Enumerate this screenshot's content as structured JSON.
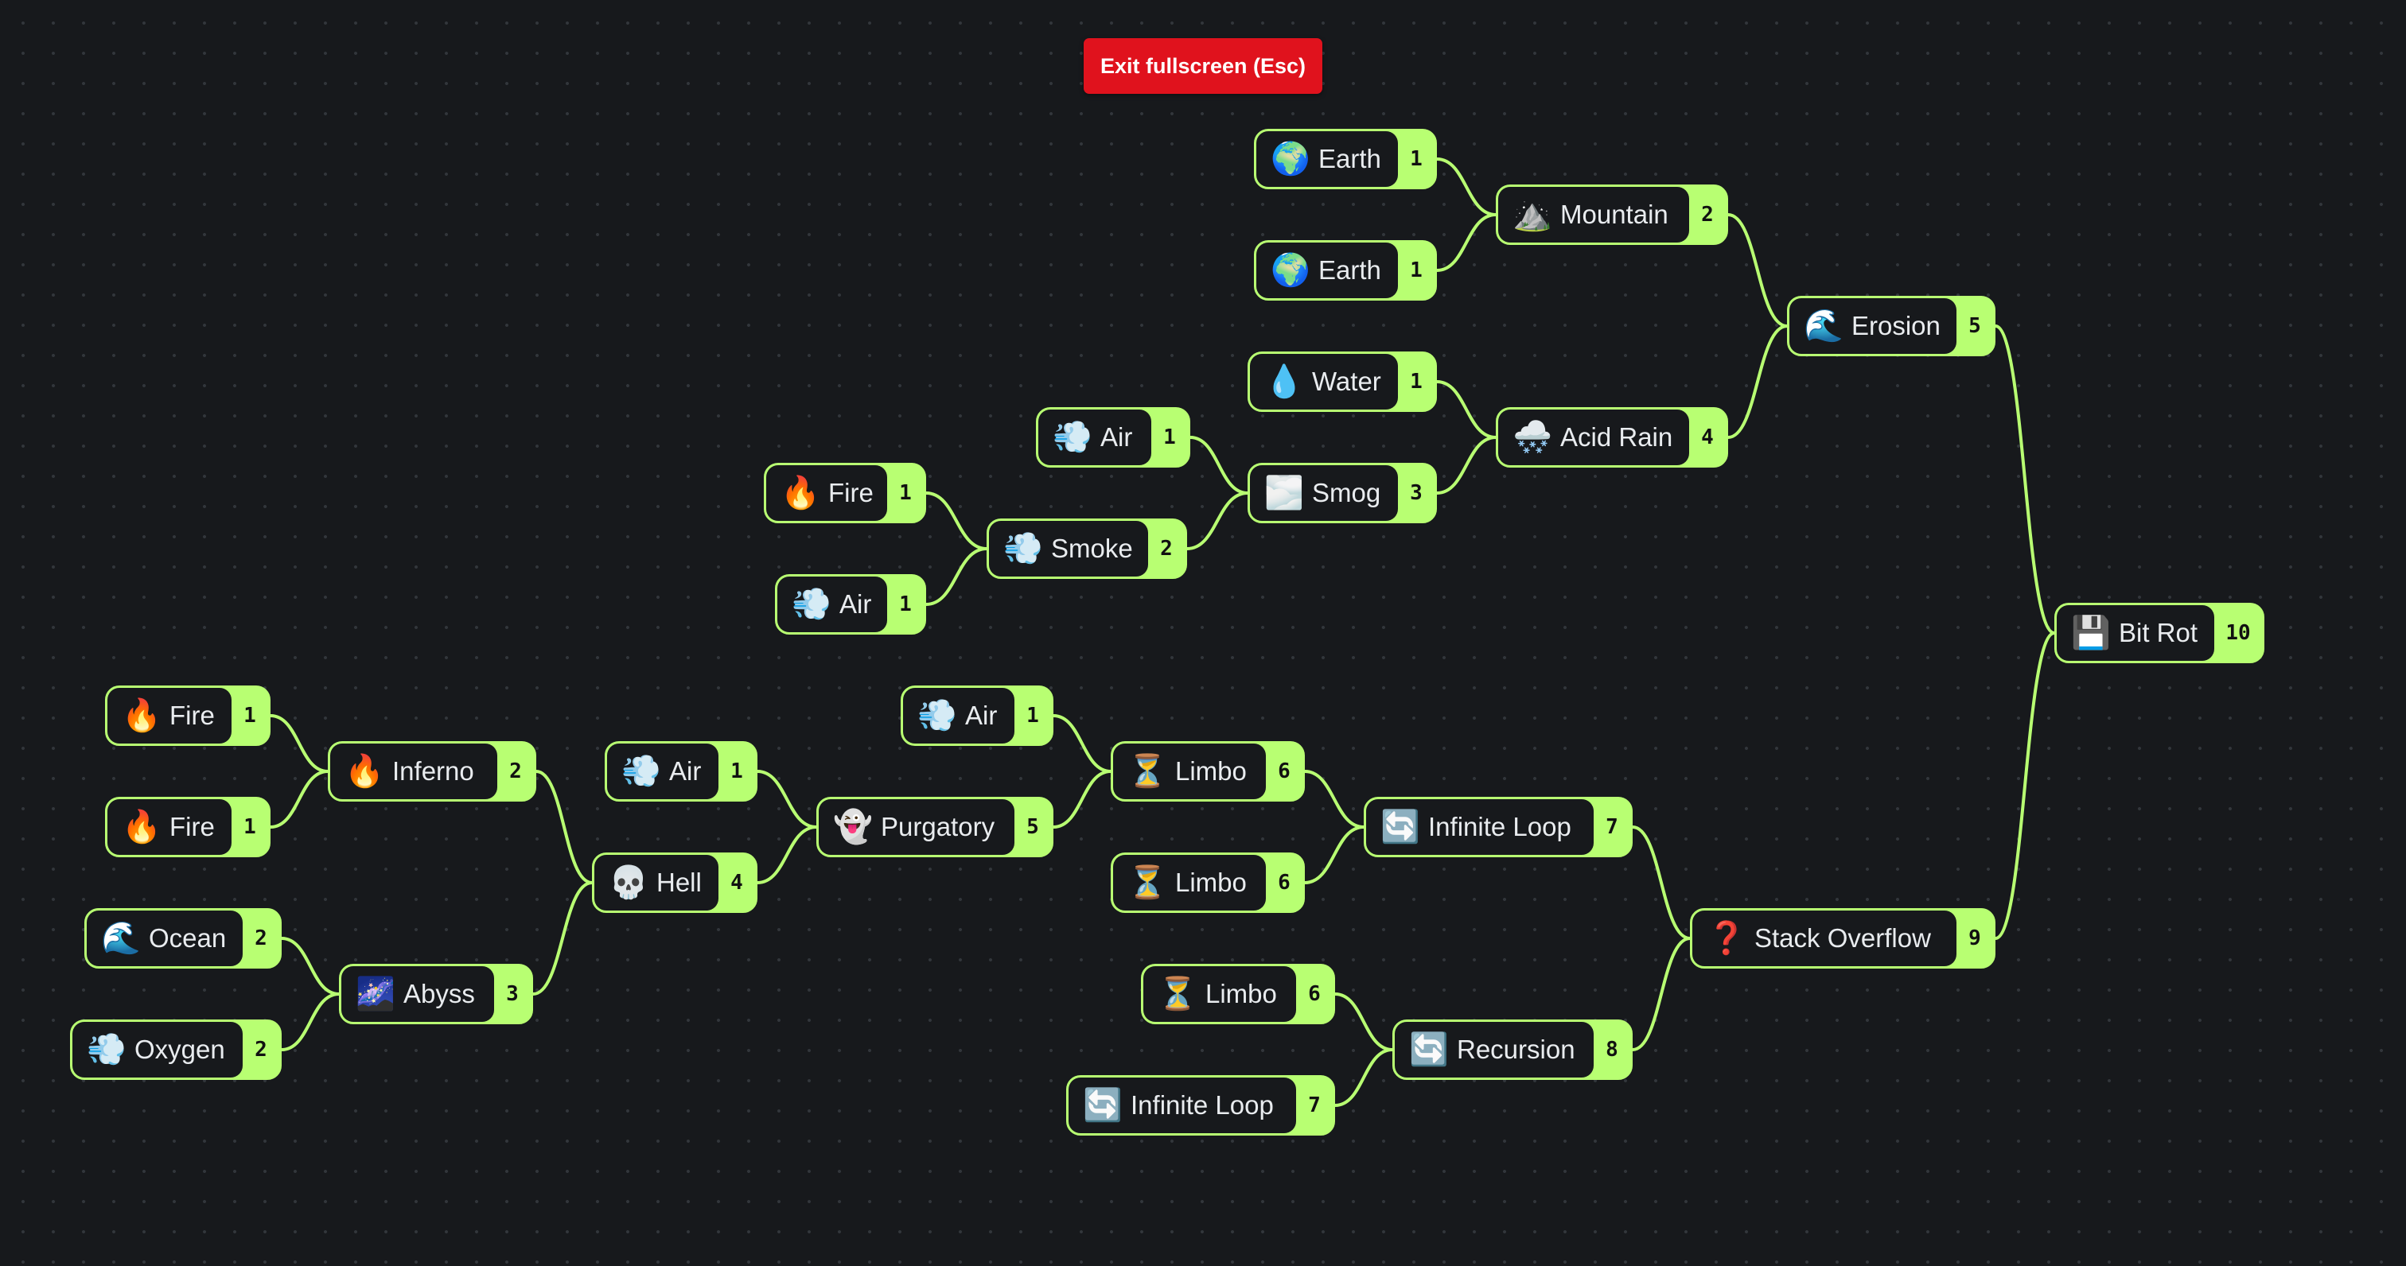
{
  "exit_button": {
    "label": "Exit fullscreen (Esc)",
    "color": "#e0121d"
  },
  "colors": {
    "node_accent": "#b8ff72",
    "background": "#17191c",
    "edge": "#b8ff72"
  },
  "nodes": [
    {
      "id": "earth-a",
      "emoji": "🌍",
      "icon": "earth-globe-icon",
      "label": "Earth",
      "count": "1"
    },
    {
      "id": "earth-b",
      "emoji": "🌍",
      "icon": "earth-globe-icon",
      "label": "Earth",
      "count": "1"
    },
    {
      "id": "mountain",
      "emoji": "⛰️",
      "icon": "mountain-icon",
      "label": "Mountain",
      "count": "2"
    },
    {
      "id": "water",
      "emoji": "💧",
      "icon": "water-drop-icon",
      "label": "Water",
      "count": "1"
    },
    {
      "id": "acid-rain",
      "emoji": "🌨️",
      "icon": "snow-cloud-icon",
      "label": "Acid Rain",
      "count": "4"
    },
    {
      "id": "erosion",
      "emoji": "🌊",
      "icon": "wave-icon",
      "label": "Erosion",
      "count": "5"
    },
    {
      "id": "air-a",
      "emoji": "💨",
      "icon": "wind-icon",
      "label": "Air",
      "count": "1"
    },
    {
      "id": "smog",
      "emoji": "🌫️",
      "icon": "fog-icon",
      "label": "Smog",
      "count": "3"
    },
    {
      "id": "fire-a",
      "emoji": "🔥",
      "icon": "fire-icon",
      "label": "Fire",
      "count": "1"
    },
    {
      "id": "smoke",
      "emoji": "💨",
      "icon": "wind-icon",
      "label": "Smoke",
      "count": "2"
    },
    {
      "id": "air-b",
      "emoji": "💨",
      "icon": "wind-icon",
      "label": "Air",
      "count": "1"
    },
    {
      "id": "bit-rot",
      "emoji": "💾",
      "icon": "floppy-disk-icon",
      "label": "Bit Rot",
      "count": "10"
    },
    {
      "id": "fire-b",
      "emoji": "🔥",
      "icon": "fire-icon",
      "label": "Fire",
      "count": "1"
    },
    {
      "id": "fire-c",
      "emoji": "🔥",
      "icon": "fire-icon",
      "label": "Fire",
      "count": "1"
    },
    {
      "id": "inferno",
      "emoji": "🔥",
      "icon": "fire-icon",
      "label": "Inferno",
      "count": "2"
    },
    {
      "id": "ocean",
      "emoji": "🌊",
      "icon": "wave-icon",
      "label": "Ocean",
      "count": "2"
    },
    {
      "id": "oxygen",
      "emoji": "💨",
      "icon": "wind-icon",
      "label": "Oxygen",
      "count": "2"
    },
    {
      "id": "abyss",
      "emoji": "🌌",
      "icon": "galaxy-icon",
      "label": "Abyss",
      "count": "3"
    },
    {
      "id": "air-c",
      "emoji": "💨",
      "icon": "wind-icon",
      "label": "Air",
      "count": "1"
    },
    {
      "id": "hell",
      "emoji": "💀",
      "icon": "skull-icon",
      "label": "Hell",
      "count": "4"
    },
    {
      "id": "purgatory",
      "emoji": "👻",
      "icon": "ghost-icon",
      "label": "Purgatory",
      "count": "5"
    },
    {
      "id": "air-d",
      "emoji": "💨",
      "icon": "wind-icon",
      "label": "Air",
      "count": "1"
    },
    {
      "id": "limbo-a",
      "emoji": "⏳",
      "icon": "hourglass-icon",
      "label": "Limbo",
      "count": "6"
    },
    {
      "id": "limbo-b",
      "emoji": "⏳",
      "icon": "hourglass-icon",
      "label": "Limbo",
      "count": "6"
    },
    {
      "id": "infinite-loop-a",
      "emoji": "🔄",
      "icon": "loop-arrows-icon",
      "label": "Infinite Loop",
      "count": "7"
    },
    {
      "id": "stack-overflow",
      "emoji": "❓",
      "icon": "question-mark-icon",
      "label": "Stack Overflow",
      "count": "9"
    },
    {
      "id": "limbo-c",
      "emoji": "⏳",
      "icon": "hourglass-icon",
      "label": "Limbo",
      "count": "6"
    },
    {
      "id": "recursion",
      "emoji": "🔄",
      "icon": "loop-arrows-icon",
      "label": "Recursion",
      "count": "8"
    },
    {
      "id": "infinite-loop-b",
      "emoji": "🔄",
      "icon": "loop-arrows-icon",
      "label": "Infinite Loop",
      "count": "7"
    }
  ],
  "edges": [
    [
      "earth-a",
      "mountain"
    ],
    [
      "earth-b",
      "mountain"
    ],
    [
      "water",
      "acid-rain"
    ],
    [
      "smog",
      "acid-rain"
    ],
    [
      "mountain",
      "erosion"
    ],
    [
      "acid-rain",
      "erosion"
    ],
    [
      "air-a",
      "smog"
    ],
    [
      "smoke",
      "smog"
    ],
    [
      "fire-a",
      "smoke"
    ],
    [
      "air-b",
      "smoke"
    ],
    [
      "erosion",
      "bit-rot"
    ],
    [
      "stack-overflow",
      "bit-rot"
    ],
    [
      "fire-b",
      "inferno"
    ],
    [
      "fire-c",
      "inferno"
    ],
    [
      "ocean",
      "abyss"
    ],
    [
      "oxygen",
      "abyss"
    ],
    [
      "inferno",
      "hell"
    ],
    [
      "abyss",
      "hell"
    ],
    [
      "air-c",
      "purgatory"
    ],
    [
      "hell",
      "purgatory"
    ],
    [
      "air-d",
      "limbo-a"
    ],
    [
      "purgatory",
      "limbo-a"
    ],
    [
      "limbo-a",
      "infinite-loop-a"
    ],
    [
      "limbo-b",
      "infinite-loop-a"
    ],
    [
      "infinite-loop-a",
      "stack-overflow"
    ],
    [
      "recursion",
      "stack-overflow"
    ],
    [
      "limbo-c",
      "recursion"
    ],
    [
      "infinite-loop-b",
      "recursion"
    ]
  ]
}
